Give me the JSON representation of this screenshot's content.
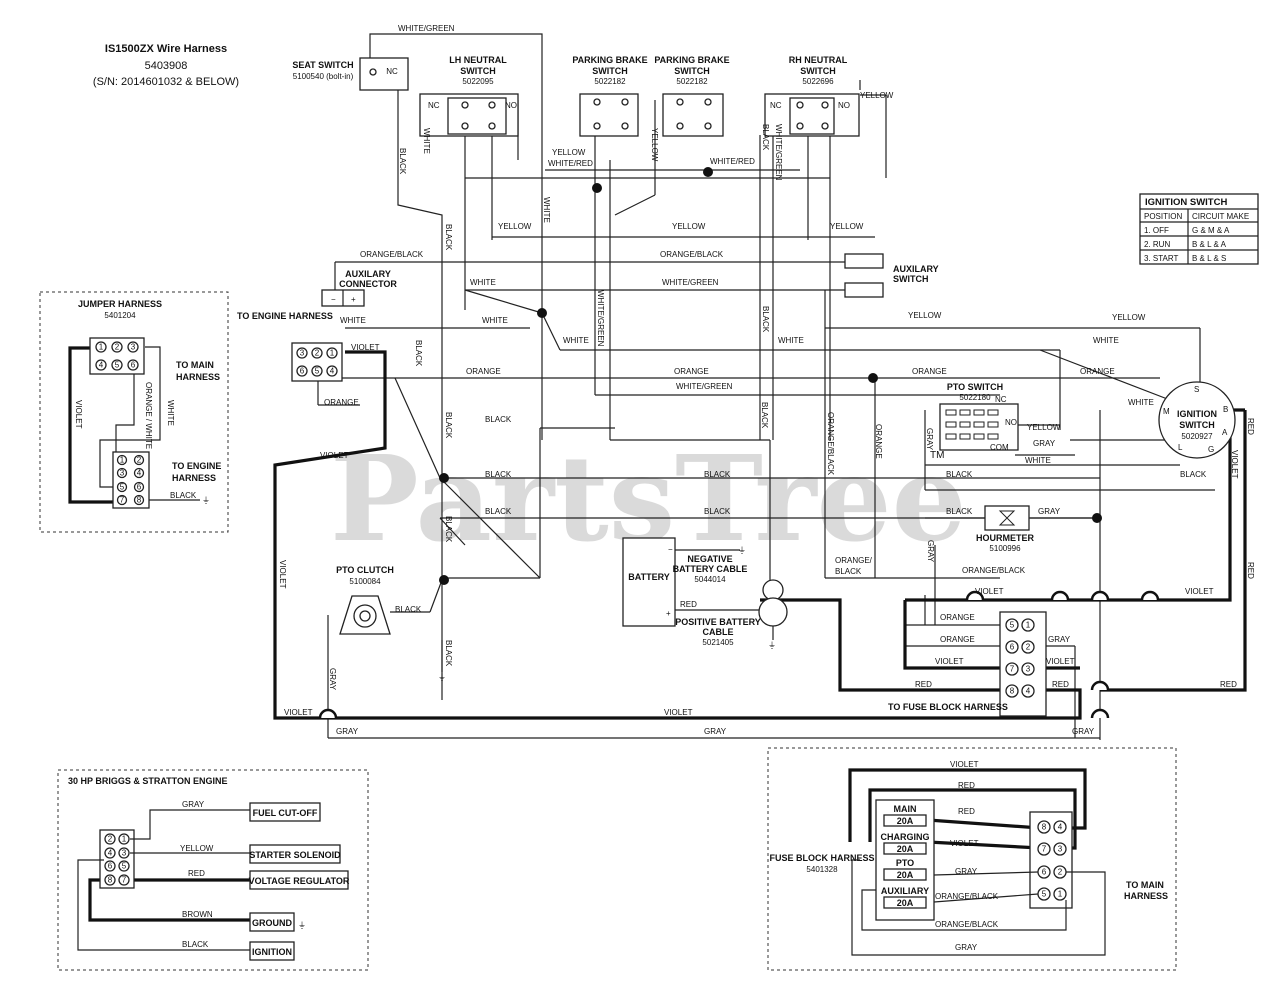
{
  "title": {
    "line1": "IS1500ZX Wire Harness",
    "line2": "5403908",
    "line3": "(S/N: 2014601032 & BELOW)"
  },
  "watermark": "PartsTree",
  "watermark_tm": "TM",
  "components": {
    "seat_switch": {
      "name": "SEAT SWITCH",
      "pn": "5100540 (bolt-in)",
      "contact": "NC"
    },
    "lh_neutral": {
      "name1": "LH NEUTRAL",
      "name2": "SWITCH",
      "pn": "5022095",
      "nc": "NC",
      "no": "NO"
    },
    "parking_brake_1": {
      "name1": "PARKING BRAKE",
      "name2": "SWITCH",
      "pn": "5022182"
    },
    "parking_brake_2": {
      "name1": "PARKING BRAKE",
      "name2": "SWITCH",
      "pn": "5022182"
    },
    "rh_neutral": {
      "name1": "RH NEUTRAL",
      "name2": "SWITCH",
      "pn": "5022696",
      "nc": "NC",
      "no": "NO"
    },
    "aux_connector": {
      "name1": "AUXILARY",
      "name2": "CONNECTOR",
      "minus": "−",
      "plus": "+"
    },
    "aux_switch": {
      "name1": "AUXILARY",
      "name2": "SWITCH"
    },
    "to_engine_harness": "TO ENGINE HARNESS",
    "pto_switch": {
      "name": "PTO SWITCH",
      "pn": "5022180",
      "nc": "NC",
      "no": "NO",
      "com": "COM"
    },
    "ignition_switch": {
      "name1": "IGNITION",
      "name2": "SWITCH",
      "pn": "5020927",
      "pins": [
        "S",
        "B",
        "A",
        "G",
        "L",
        "M"
      ]
    },
    "hourmeter": {
      "name": "HOURMETER",
      "pn": "5100996"
    },
    "battery": {
      "name": "BATTERY",
      "neg": "−",
      "pos": "+"
    },
    "neg_cable": {
      "name1": "NEGATIVE",
      "name2": "BATTERY CABLE",
      "pn": "5044014"
    },
    "pos_cable": {
      "name1": "POSITIVE BATTERY",
      "name2": "CABLE",
      "pn": "5021405"
    },
    "pto_clutch": {
      "name": "PTO CLUTCH",
      "pn": "5100084"
    },
    "to_fuse_block": "TO FUSE BLOCK HARNESS"
  },
  "ignition_table": {
    "title": "IGNITION SWITCH",
    "headers": [
      "POSITION",
      "CIRCUIT MAKE"
    ],
    "rows": [
      [
        "1. OFF",
        "G & M & A"
      ],
      [
        "2. RUN",
        "B & L & A"
      ],
      [
        "3. START",
        "B & L & S"
      ]
    ]
  },
  "jumper_harness": {
    "title": "JUMPER HARNESS",
    "pn": "5401204",
    "to_main1": "TO MAIN",
    "to_main2": "HARNESS",
    "to_engine1": "TO ENGINE",
    "to_engine2": "HARNESS",
    "wires": {
      "violet": "VIOLET",
      "orange_white": "ORANGE / WHITE",
      "white": "WHITE",
      "black": "BLACK"
    }
  },
  "engine_box": {
    "title": "30 HP BRIGGS & STRATTON ENGINE",
    "items": [
      "FUEL CUT-OFF",
      "STARTER SOLENOID",
      "VOLTAGE REGULATOR",
      "GROUND",
      "IGNITION"
    ],
    "wires": [
      "GRAY",
      "YELLOW",
      "RED",
      "BROWN",
      "BLACK"
    ]
  },
  "fuse_block": {
    "title": "FUSE BLOCK HARNESS",
    "pn": "5401328",
    "to_main1": "TO MAIN",
    "to_main2": "HARNESS",
    "fuses": [
      {
        "name": "MAIN",
        "rating": "20A"
      },
      {
        "name": "CHARGING",
        "rating": "20A"
      },
      {
        "name": "PTO",
        "rating": "20A"
      },
      {
        "name": "AUXILIARY",
        "rating": "20A"
      }
    ],
    "wires": {
      "violet": "VIOLET",
      "red": "RED",
      "gray": "GRAY",
      "orange_black": "ORANGE/BLACK"
    }
  },
  "wire_labels": {
    "white_green": "WHITE/GREEN",
    "white_red": "WHITE/RED",
    "white": "WHITE",
    "black": "BLACK",
    "yellow": "YELLOW",
    "orange_black": "ORANGE/BLACK",
    "orange_black_split1": "ORANGE/",
    "orange_black_split2": "BLACK",
    "orange": "ORANGE",
    "violet": "VIOLET",
    "gray": "GRAY",
    "red": "RED"
  }
}
